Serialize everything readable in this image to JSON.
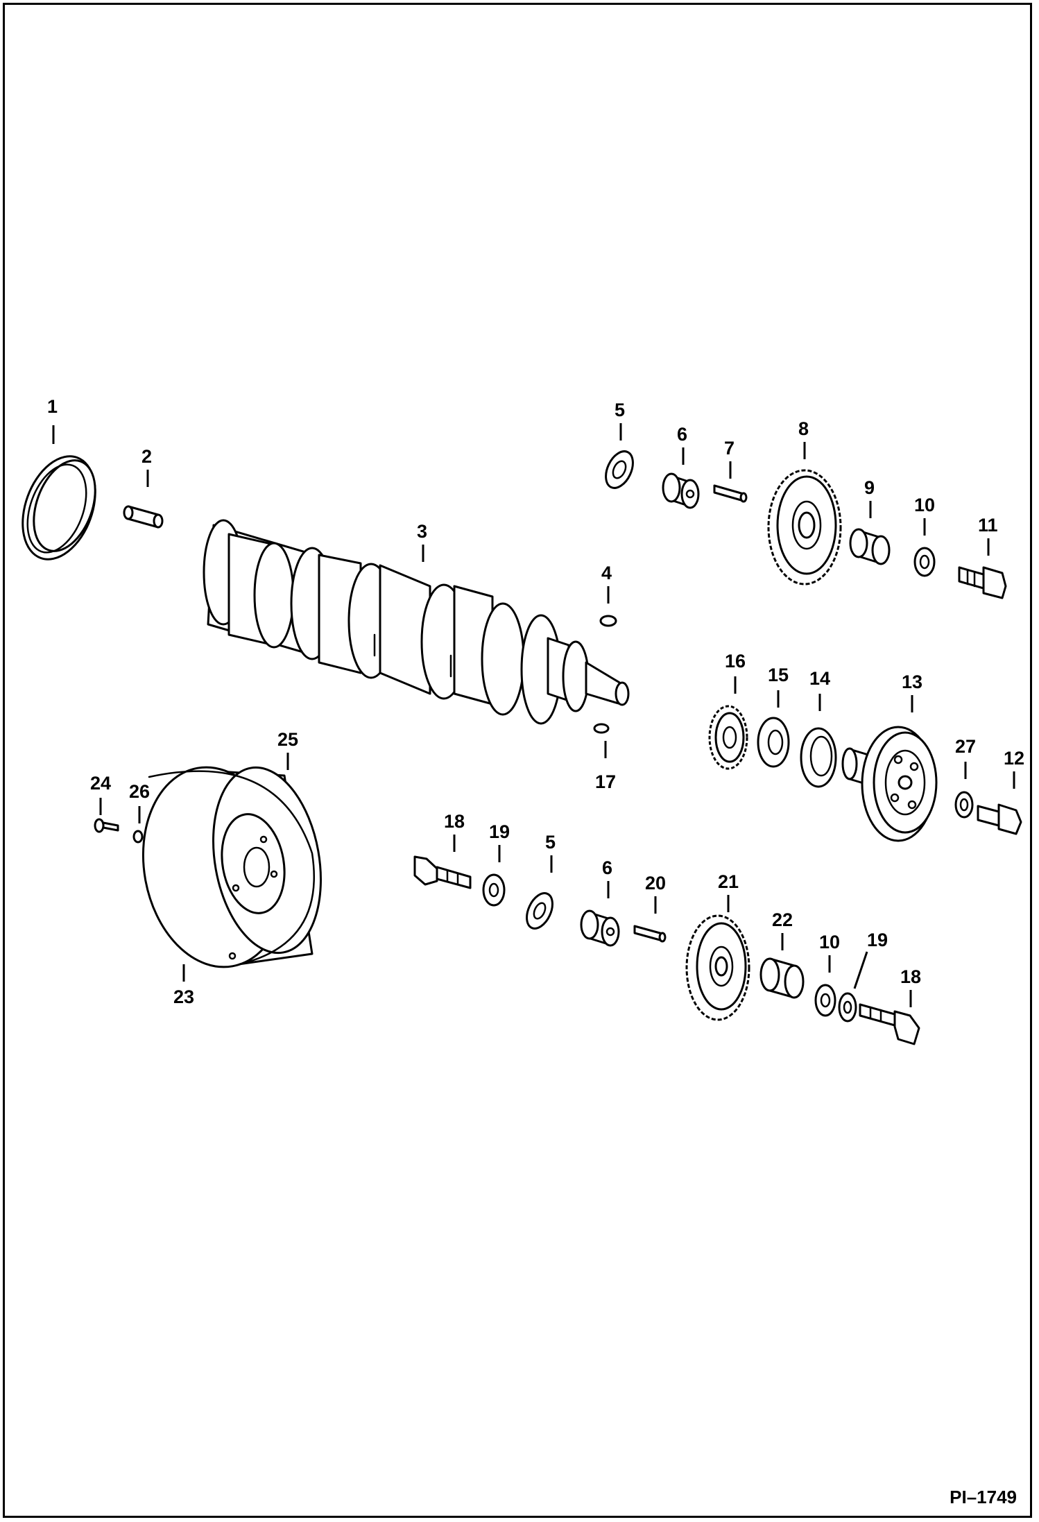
{
  "figure_id": "PI–1749",
  "callouts": {
    "c1": "1",
    "c2": "2",
    "c3": "3",
    "c4": "4",
    "c5a": "5",
    "c6a": "6",
    "c7": "7",
    "c8": "8",
    "c9": "9",
    "c10a": "10",
    "c11": "11",
    "c12": "12",
    "c13": "13",
    "c14": "14",
    "c15": "15",
    "c16": "16",
    "c17": "17",
    "c18a": "18",
    "c19a": "19",
    "c5b": "5",
    "c6b": "6",
    "c20": "20",
    "c21": "21",
    "c22": "22",
    "c10b": "10",
    "c19b": "19",
    "c18b": "18",
    "c23": "23",
    "c24": "24",
    "c25": "25",
    "c26": "26",
    "c27": "27"
  },
  "parts": {
    "oil-seal": "part-1",
    "dowel-pin": "part-2",
    "crankshaft": "part-3",
    "key": "part-4",
    "spacer-5": "part-5",
    "bushing-6": "part-6",
    "pin-7": "part-7",
    "gear-8": "part-8",
    "collar-9": "part-9",
    "washer-10": "part-10",
    "bolt-11": "part-11",
    "bolt-12": "part-12",
    "pulley-13": "part-13",
    "seal-14": "part-14",
    "washer-15": "part-15",
    "gear-16": "part-16",
    "key-17": "part-17",
    "bolt-18": "part-18",
    "washer-19": "part-19",
    "pin-20": "part-20",
    "gear-21": "part-21",
    "collar-22": "part-22",
    "flywheel": "part-23",
    "bolt-24": "part-24",
    "ring-gear": "part-25",
    "pin-26": "part-26",
    "washer-27": "part-27"
  }
}
